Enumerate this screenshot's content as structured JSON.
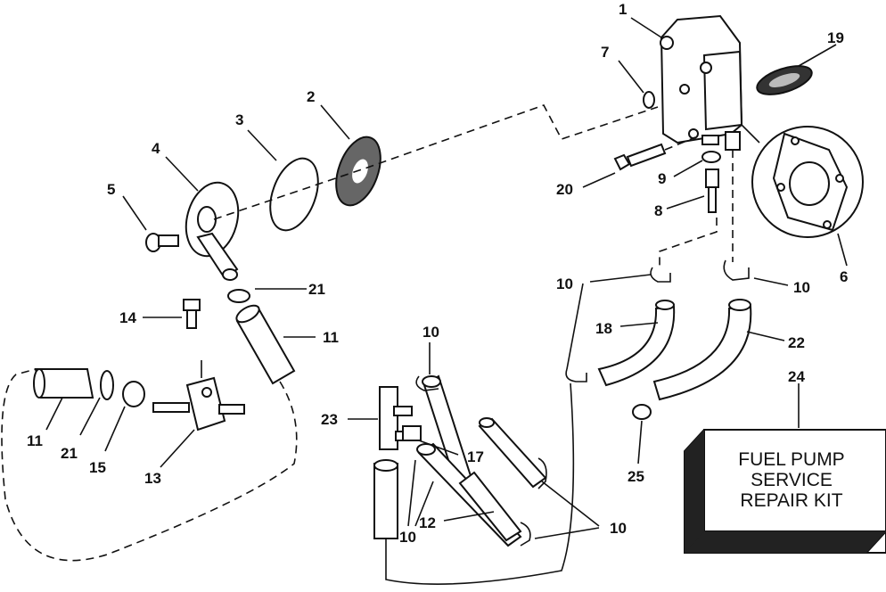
{
  "callouts": {
    "c1": "1",
    "c2": "2",
    "c3": "3",
    "c4": "4",
    "c5": "5",
    "c6": "6",
    "c7": "7",
    "c8": "8",
    "c9": "9",
    "c10": "10",
    "c11": "11",
    "c12": "12",
    "c13": "13",
    "c14": "14",
    "c15": "15",
    "c17": "17",
    "c18": "18",
    "c19": "19",
    "c20": "20",
    "c21": "21",
    "c22": "22",
    "c23": "23",
    "c24": "24",
    "c25": "25"
  },
  "kit": {
    "line1": "FUEL PUMP",
    "line2": "SERVICE",
    "line3": "REPAIR KIT"
  }
}
